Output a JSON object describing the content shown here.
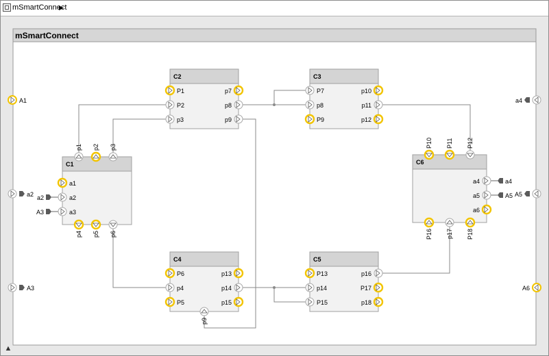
{
  "breadcrumb": {
    "model_name": "mSmartConnect"
  },
  "system": {
    "title": "mSmartConnect"
  },
  "colors": {
    "canvas": "#e8e8e8",
    "system_fill": "#ffffff",
    "header_fill": "#d6d6d6",
    "block_fill": "#f2f2f2",
    "block_header": "#d4d4d4",
    "highlight": "#f2c400",
    "line": "#8a8a8a"
  },
  "boundary_ports": [
    {
      "id": "A1",
      "label": "A1",
      "side": "left",
      "kind": "plain"
    },
    {
      "id": "a2",
      "label": "a2",
      "side": "left",
      "kind": "bus-in"
    },
    {
      "id": "A3",
      "label": "A3",
      "side": "left",
      "kind": "bus-in"
    },
    {
      "id": "a4",
      "label": "a4",
      "side": "right",
      "kind": "bus-out"
    },
    {
      "id": "A5",
      "label": "A5",
      "side": "right",
      "kind": "bus-out"
    },
    {
      "id": "A6",
      "label": "A6",
      "side": "right",
      "kind": "plain"
    }
  ],
  "components": [
    {
      "id": "C1",
      "name": "C1",
      "left_ports": [
        {
          "label": "a1",
          "hl": true
        },
        {
          "label": "a2",
          "hl": false,
          "ext": "a2"
        },
        {
          "label": "a3",
          "hl": false,
          "ext": "A3"
        }
      ],
      "right_ports": [],
      "top_ports": [
        {
          "label": "p1",
          "hl": false
        },
        {
          "label": "p2",
          "hl": true
        },
        {
          "label": "p3",
          "hl": false
        }
      ],
      "bottom_ports": [
        {
          "label": "p4",
          "hl": true
        },
        {
          "label": "p5",
          "hl": true
        },
        {
          "label": "p6",
          "hl": false
        }
      ]
    },
    {
      "id": "C2",
      "name": "C2",
      "left_ports": [
        {
          "label": "P1",
          "hl": true
        },
        {
          "label": "P2",
          "hl": false
        },
        {
          "label": "p3",
          "hl": false
        }
      ],
      "right_ports": [
        {
          "label": "p7",
          "hl": true
        },
        {
          "label": "p8",
          "hl": false
        },
        {
          "label": "p9",
          "hl": false
        }
      ],
      "top_ports": [],
      "bottom_ports": []
    },
    {
      "id": "C3",
      "name": "C3",
      "left_ports": [
        {
          "label": "P7",
          "hl": false
        },
        {
          "label": "p8",
          "hl": false
        },
        {
          "label": "P9",
          "hl": true
        }
      ],
      "right_ports": [
        {
          "label": "p10",
          "hl": true
        },
        {
          "label": "p11",
          "hl": false
        },
        {
          "label": "p12",
          "hl": true
        }
      ],
      "top_ports": [],
      "bottom_ports": []
    },
    {
      "id": "C4",
      "name": "C4",
      "left_ports": [
        {
          "label": "P6",
          "hl": true
        },
        {
          "label": "p4",
          "hl": false
        },
        {
          "label": "P5",
          "hl": true
        }
      ],
      "right_ports": [
        {
          "label": "p13",
          "hl": true
        },
        {
          "label": "p14",
          "hl": false
        },
        {
          "label": "p15",
          "hl": true
        }
      ],
      "top_ports": [],
      "bottom_ports": [
        {
          "label": "p9",
          "hl": false
        }
      ]
    },
    {
      "id": "C5",
      "name": "C5",
      "left_ports": [
        {
          "label": "P13",
          "hl": true
        },
        {
          "label": "p14",
          "hl": false
        },
        {
          "label": "P15",
          "hl": false
        }
      ],
      "right_ports": [
        {
          "label": "p16",
          "hl": false
        },
        {
          "label": "P17",
          "hl": true
        },
        {
          "label": "p18",
          "hl": true
        }
      ],
      "top_ports": [],
      "bottom_ports": []
    },
    {
      "id": "C6",
      "name": "C6",
      "left_ports": [],
      "right_ports": [
        {
          "label": "a4",
          "hl": false,
          "ext": "a4"
        },
        {
          "label": "a5",
          "hl": false,
          "ext": "A5"
        },
        {
          "label": "a6",
          "hl": true
        }
      ],
      "top_ports": [
        {
          "label": "P10",
          "hl": true
        },
        {
          "label": "P11",
          "hl": true
        },
        {
          "label": "P12",
          "hl": false
        }
      ],
      "bottom_ports": [
        {
          "label": "P16",
          "hl": true
        },
        {
          "label": "p17",
          "hl": false
        },
        {
          "label": "P18",
          "hl": true
        }
      ]
    }
  ],
  "connections": [
    {
      "from": "C1.p1",
      "to": "C2.P2"
    },
    {
      "from": "C1.p3",
      "to": "C2.p3"
    },
    {
      "from": "C1.p6",
      "to": "C4.p4"
    },
    {
      "from": "C2.p8",
      "to": "C3.p8"
    },
    {
      "from": "C2.p8",
      "to": "C3.P7"
    },
    {
      "from": "C2.p9",
      "to": "C4.p9"
    },
    {
      "from": "C3.p11",
      "to": "C6.P12"
    },
    {
      "from": "C4.p14",
      "to": "C5.p14"
    },
    {
      "from": "C4.p14",
      "to": "C5.P15"
    },
    {
      "from": "C5.p16",
      "to": "C6.p17"
    }
  ]
}
